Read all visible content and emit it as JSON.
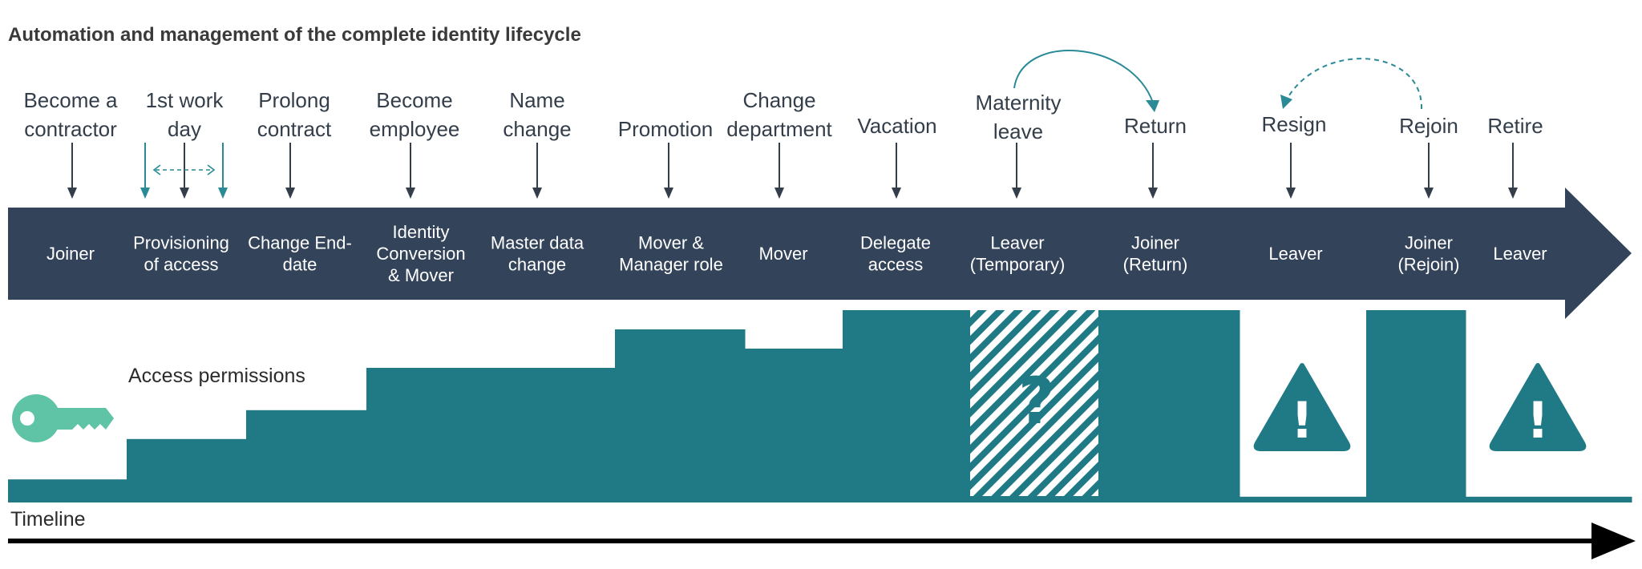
{
  "title": "Automation and management of the complete identity lifecycle",
  "events": [
    [
      "Become a",
      "contractor"
    ],
    [
      "1st work",
      "day"
    ],
    [
      "Prolong",
      "contract"
    ],
    [
      "Become",
      "employee"
    ],
    [
      "Name",
      "change"
    ],
    [
      "Promotion"
    ],
    [
      "Change",
      "department"
    ],
    [
      "Vacation"
    ],
    [
      "Maternity",
      "leave"
    ],
    [
      "Return"
    ],
    [
      "Resign"
    ],
    [
      "Rejoin"
    ],
    [
      "Retire"
    ]
  ],
  "band_labels": [
    [
      "Joiner"
    ],
    [
      "Provisioning",
      "of access"
    ],
    [
      "Change End-",
      "date"
    ],
    [
      "Identity",
      "Conversion",
      "& Mover"
    ],
    [
      "Master data",
      "change"
    ],
    [
      "Mover &",
      "Manager role"
    ],
    [
      "Mover"
    ],
    [
      "Delegate",
      "access"
    ],
    [
      "Leaver",
      "(Temporary)"
    ],
    [
      "Joiner",
      "(Return)"
    ],
    [
      "Leaver"
    ],
    [
      "Joiner",
      "(Rejoin)"
    ],
    [
      "Leaver"
    ]
  ],
  "access_label": "Access permissions",
  "timeline_label": "Timeline",
  "question_mark": "?",
  "warning_mark": "!",
  "access_levels": [
    0.12,
    0.33,
    0.48,
    0.7,
    0.9,
    0.8,
    1.0,
    1.0,
    1.0,
    0.03,
    1.0,
    0.03
  ],
  "icons": [
    "key-icon",
    "question-icon",
    "warning-icon",
    "arrow-icon"
  ],
  "colors": {
    "band": "#33435a",
    "teal": "#1f7a86",
    "key": "#5fc4a6",
    "text": "#333e4a",
    "arrow_teal": "#2a8a95",
    "timeline": "#000000"
  }
}
